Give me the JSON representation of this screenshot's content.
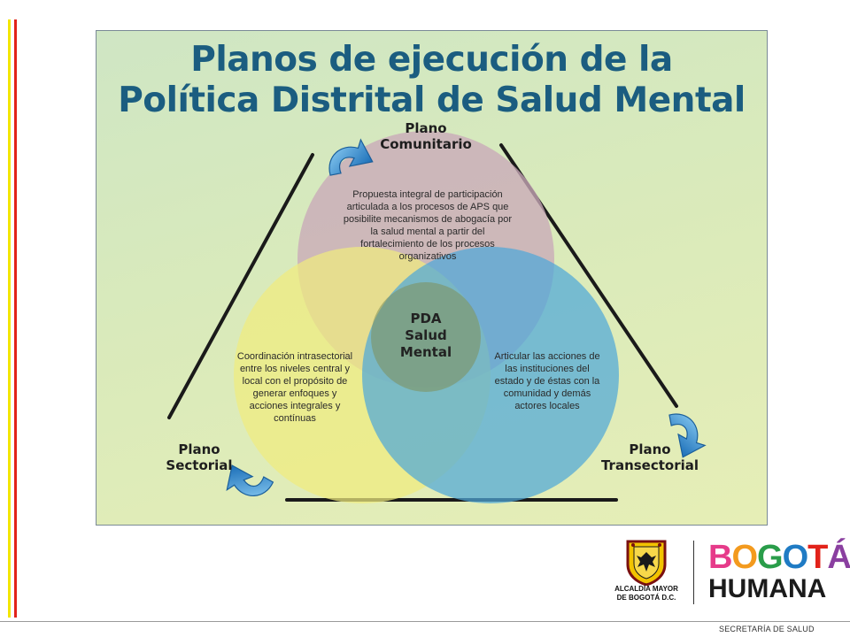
{
  "title": {
    "line1": "Planos de ejecución de la",
    "line2": "Política Distrital de Salud Mental"
  },
  "planes": {
    "comunitario": {
      "line1": "Plano",
      "line2": "Comunitario"
    },
    "sectorial": {
      "line1": "Plano",
      "line2": "Sectorial"
    },
    "transectorial": {
      "line1": "Plano",
      "line2": "Transectorial"
    }
  },
  "circles": {
    "top": {
      "text": "Propuesta integral de participación articulada a los procesos de APS que posibilite mecanismos de abogacía por la salud mental a partir del fortalecimiento de los procesos organizativos",
      "color": "#c9a9b8"
    },
    "left": {
      "text": "Coordinación intrasectorial entre los niveles central y local con el propósito de generar enfoques y acciones integrales y contínuas",
      "color": "#f0ec7e"
    },
    "right": {
      "text": "Articular las acciones de las instituciones del estado y de éstas con la comunidad y demás actores locales",
      "color": "#4fa8d8"
    },
    "center": {
      "line1": "PDA",
      "line2": "Salud",
      "line3": "Mental"
    }
  },
  "icons": [
    "refresh-arrow-icon"
  ],
  "logos": {
    "crest_line1": "ALCALDÍA MAYOR",
    "crest_line2": "DE BOGOTÁ D.C.",
    "bogota": "BOGOTÁ",
    "humana": "HUMANA"
  },
  "footer": {
    "text": "SECRETARÍA DE SALUD"
  },
  "colors": {
    "title": "#1b5d80",
    "stripe_red": "#e2231a",
    "stripe_yellow": "#f3e600"
  }
}
